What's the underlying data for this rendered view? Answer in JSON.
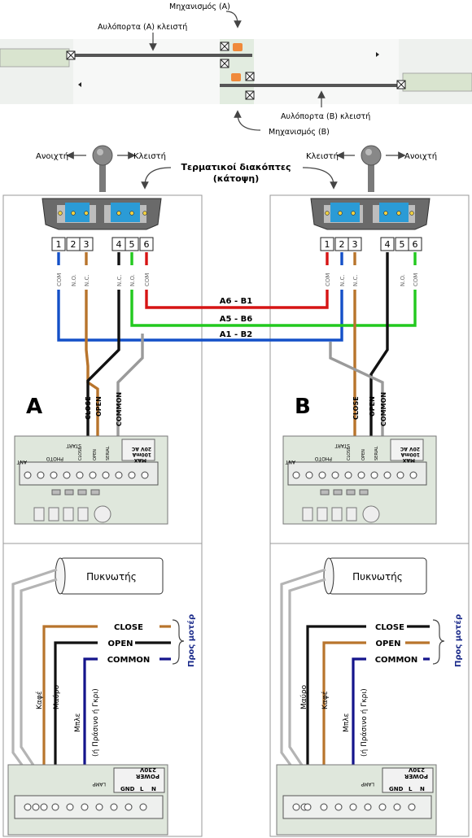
{
  "top": {
    "mech_a": "Μηχανισμός (Α)",
    "gate_a_closed": "Αυλόπορτα (Α) κλειστή",
    "gate_b_closed": "Αυλόπορτα (Β) κλειστή",
    "mech_b": "Μηχανισμός (Β)"
  },
  "switches": {
    "open_left": "Ανοιχτή",
    "closed_left": "Κλειστή",
    "closed_right": "Κλειστή",
    "open_right": "Ανοιχτή",
    "title_line1": "Τερματικοί διακόπτες",
    "title_line2": "(κάτοψη)",
    "terminals": [
      "1",
      "2",
      "3",
      "4",
      "5",
      "6"
    ],
    "contacts_a": [
      "COM",
      "N.O.",
      "N.C.",
      "N.C.",
      "N.O.",
      "COM"
    ],
    "contacts_b": [
      "COM",
      "N.C.",
      "N.C.",
      "N.O.",
      "COM"
    ]
  },
  "links": {
    "a6_b1": "A6 - B1",
    "a5_b6": "A5 - B6",
    "a1_b2": "A1 - B2"
  },
  "boards": {
    "a_letter": "A",
    "b_letter": "B",
    "close": "CLOSE",
    "open": "OPEN",
    "common": "COMMON",
    "photo": "PHOTO",
    "start": "START",
    "ant": "ANT",
    "serial": "SERIAL",
    "ac20v": "20V AC",
    "ma100": "100mA",
    "max": "MAX"
  },
  "motor": {
    "capacitor": "Πυκνωτής",
    "close": "CLOSE",
    "open": "OPEN",
    "common": "COMMON",
    "to_motor": "Προς μοτέρ",
    "brown": "Καφέ",
    "black": "Μαύρο",
    "blue": "Μπλε",
    "blue_alt": "(ή Πράσινο ή Γκρι)",
    "power": "POWER",
    "v230": "230V",
    "gnd": "GND",
    "l": "L",
    "n": "N",
    "lamp": "LAMP"
  },
  "colors": {
    "red": "#d61414",
    "green": "#22c91e",
    "blue": "#1450c8",
    "brown": "#b8742c",
    "black": "#111111",
    "grey": "#9a9a9a",
    "navy": "#14148c"
  }
}
